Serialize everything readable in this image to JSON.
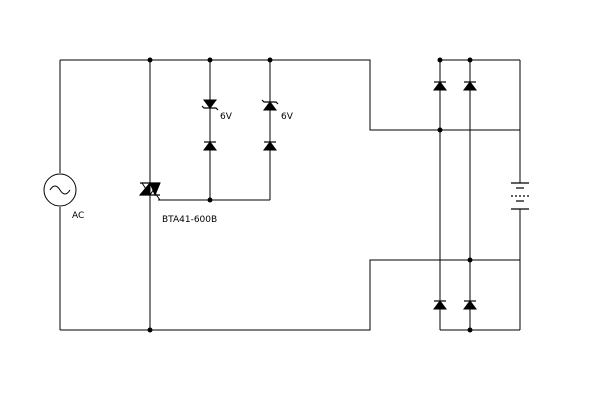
{
  "labels": {
    "source": "AC",
    "triac": "BTA41-600B",
    "zener_left": "6V",
    "zener_right": "6V"
  },
  "colors": {
    "wire": "#000000",
    "background": "#ffffff"
  },
  "icons": [
    "ac-source-icon",
    "triac-icon",
    "zener-diode-icon",
    "diode-icon",
    "battery-icon",
    "junction-dot-icon"
  ]
}
